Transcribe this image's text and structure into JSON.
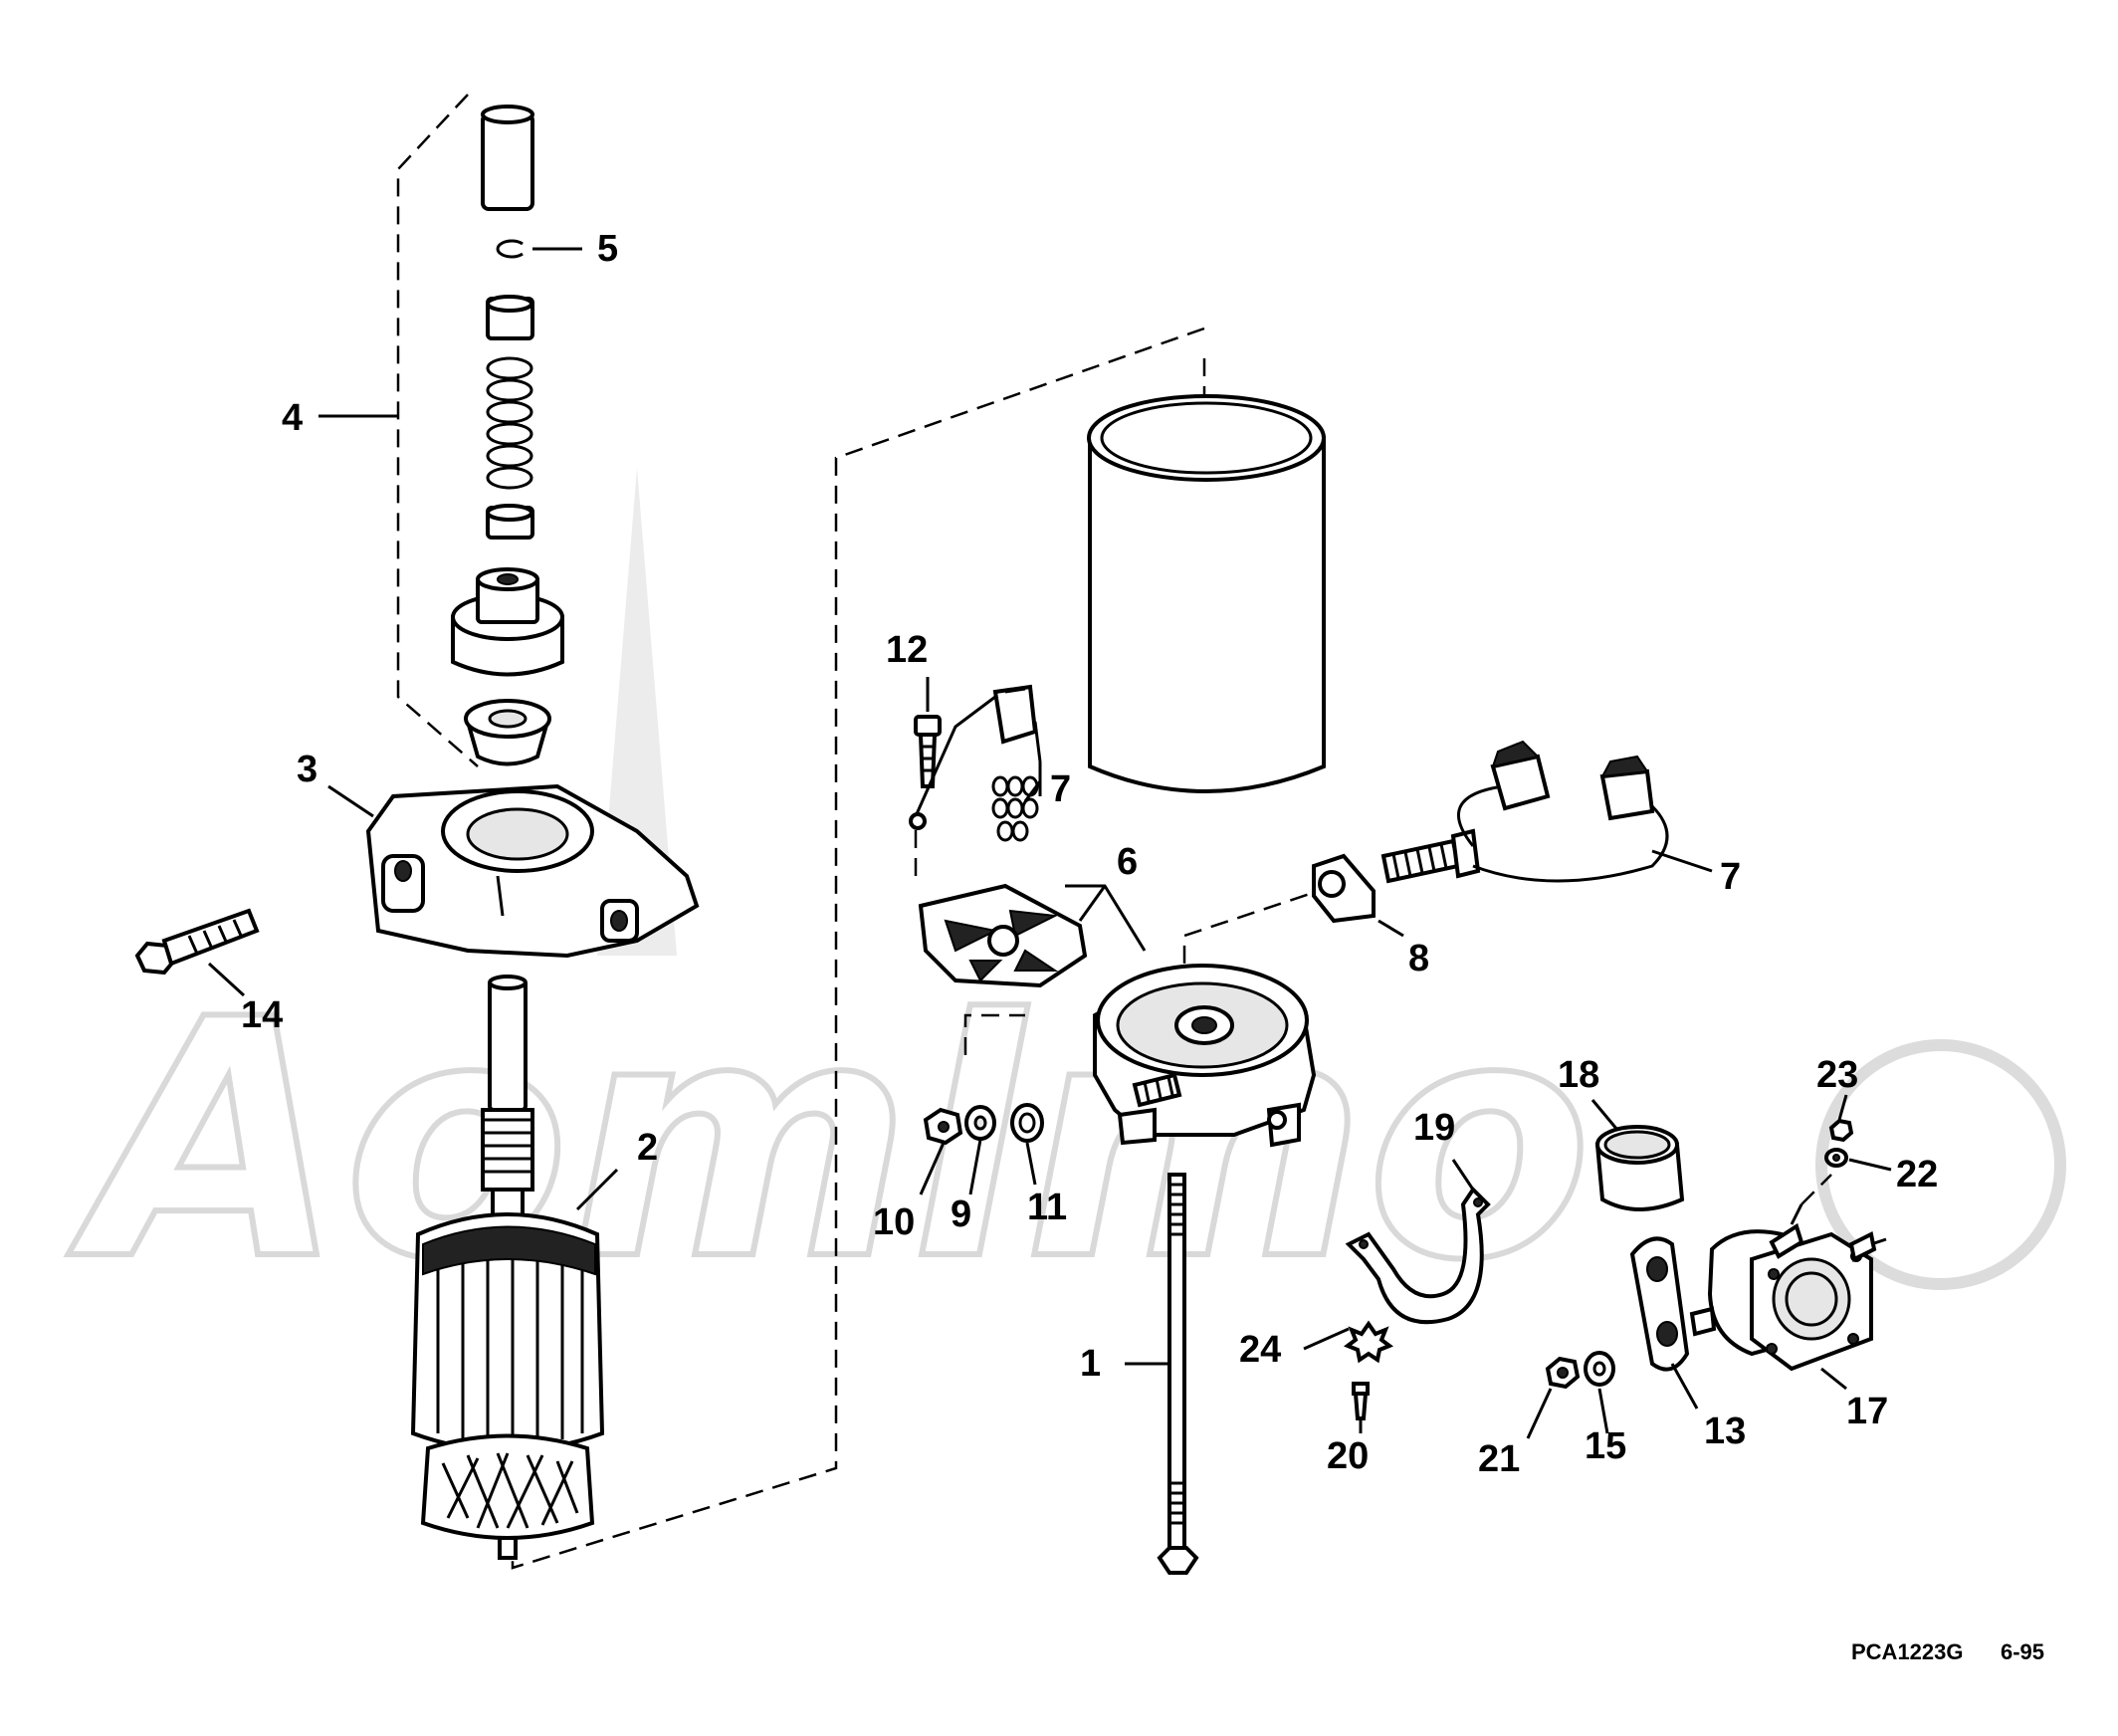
{
  "figure_code": "PCA1223G",
  "figure_date": "6-95",
  "watermark_text": "Aomlmo",
  "callouts": {
    "c1": "1",
    "c2": "2",
    "c3": "3",
    "c4": "4",
    "c5": "5",
    "c6": "6",
    "c7a": "7",
    "c7b": "7",
    "c8": "8",
    "c9": "9",
    "c10": "10",
    "c11": "11",
    "c12": "12",
    "c13": "13",
    "c14": "14",
    "c15": "15",
    "c17": "17",
    "c18": "18",
    "c19": "19",
    "c20": "20",
    "c21": "21",
    "c22": "22",
    "c23": "23",
    "c24": "24"
  }
}
